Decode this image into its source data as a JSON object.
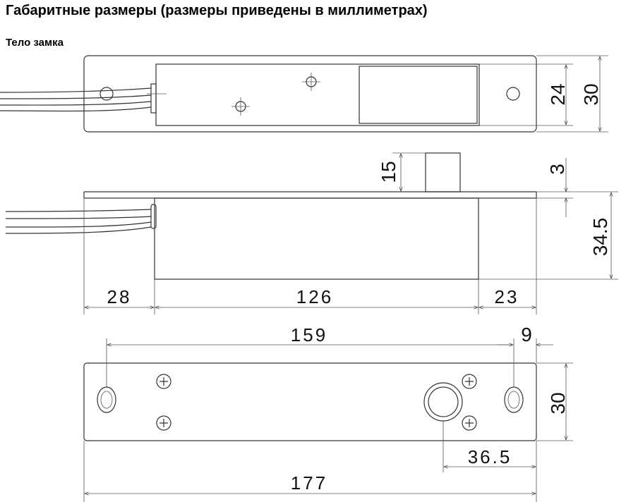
{
  "title": "Габаритные размеры (размеры приведены в миллиметрах)",
  "section": "Тело замка",
  "dimensions": {
    "top_height_inner": "24",
    "top_height_outer": "30",
    "bolt_height": "15",
    "bolt_offset": "3",
    "body_height": "34.5",
    "left_length": "28",
    "middle_length": "126",
    "right_length": "23",
    "hole_spacing": "159",
    "hole_edge": "9",
    "bottom_height": "30",
    "button_offset": "36.5",
    "total_length": "177"
  }
}
